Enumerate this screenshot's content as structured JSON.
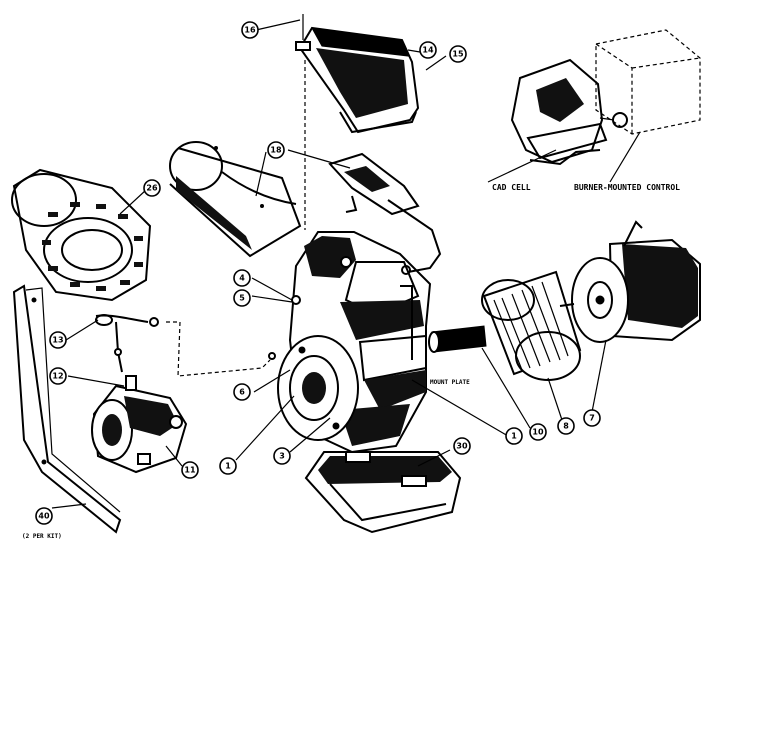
{
  "callouts": {
    "c16_top": "16",
    "c14": "14",
    "c15": "15",
    "c18": "18",
    "c26": "26",
    "c4": "4",
    "c5": "5",
    "c13": "13",
    "c12": "12",
    "c6": "6",
    "c11": "11",
    "c1_left": "1",
    "c3": "3",
    "c30": "30",
    "c1_right": "1",
    "c10": "10",
    "c8": "8",
    "c7": "7",
    "c40": "40"
  },
  "labels": {
    "cad_cell": "CAD CELL",
    "burner_mounted_control": "BURNER-MOUNTED CONTROL",
    "mount_plate": "MOUNT PLATE",
    "per_kit": "(2 PER KIT)"
  }
}
